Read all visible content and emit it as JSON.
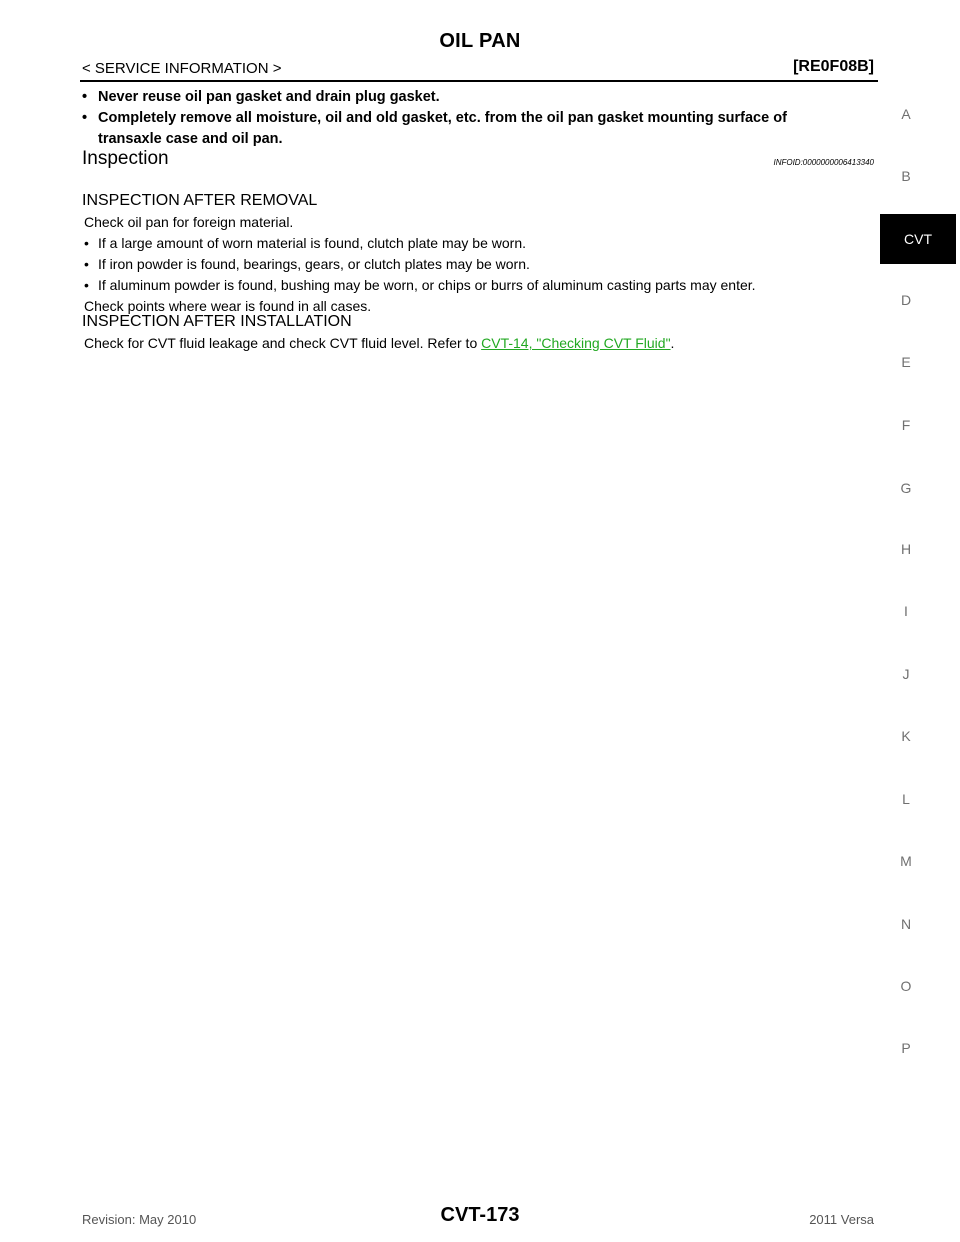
{
  "header": {
    "title": "OIL PAN",
    "section": "< SERVICE INFORMATION >",
    "model_code": "[RE0F08B]"
  },
  "warnings": {
    "bullet": "•",
    "item1": "Never reuse oil pan gasket and drain plug gasket.",
    "item2_line1": "Completely remove all moisture, oil and old gasket, etc. from the oil pan gasket mounting surface of",
    "item2_line2": "transaxle case and oil pan."
  },
  "inspection": {
    "heading": "Inspection",
    "info_id": "INFOID:0000000006413340"
  },
  "after_removal": {
    "heading": "INSPECTION AFTER REMOVAL",
    "intro": "Check oil pan for foreign material.",
    "bullet": "•",
    "item1": "If a large amount of worn material is found, clutch plate may be worn.",
    "item2": "If iron powder is found, bearings, gears, or clutch plates may be worn.",
    "item3": "If aluminum powder is found, bushing may be worn, or chips or burrs of aluminum casting parts may enter.",
    "closing": "Check points where wear is found in all cases."
  },
  "after_installation": {
    "heading": "INSPECTION AFTER INSTALLATION",
    "text_before_link": "Check for CVT fluid leakage and check CVT fluid level. Refer to ",
    "link_text": "CVT-14, \"Checking CVT Fluid\"",
    "text_after_link": "."
  },
  "side_index": {
    "A": "A",
    "B": "B",
    "CVT": "CVT",
    "D": "D",
    "E": "E",
    "F": "F",
    "G": "G",
    "H": "H",
    "I": "I",
    "J": "J",
    "K": "K",
    "L": "L",
    "M": "M",
    "N": "N",
    "O": "O",
    "P": "P"
  },
  "footer": {
    "revision": "Revision: May 2010",
    "page_number": "CVT-173",
    "vehicle": "2011 Versa"
  },
  "colors": {
    "link": "#22a822",
    "active_tab_bg": "#000000",
    "index_text": "#707070"
  }
}
